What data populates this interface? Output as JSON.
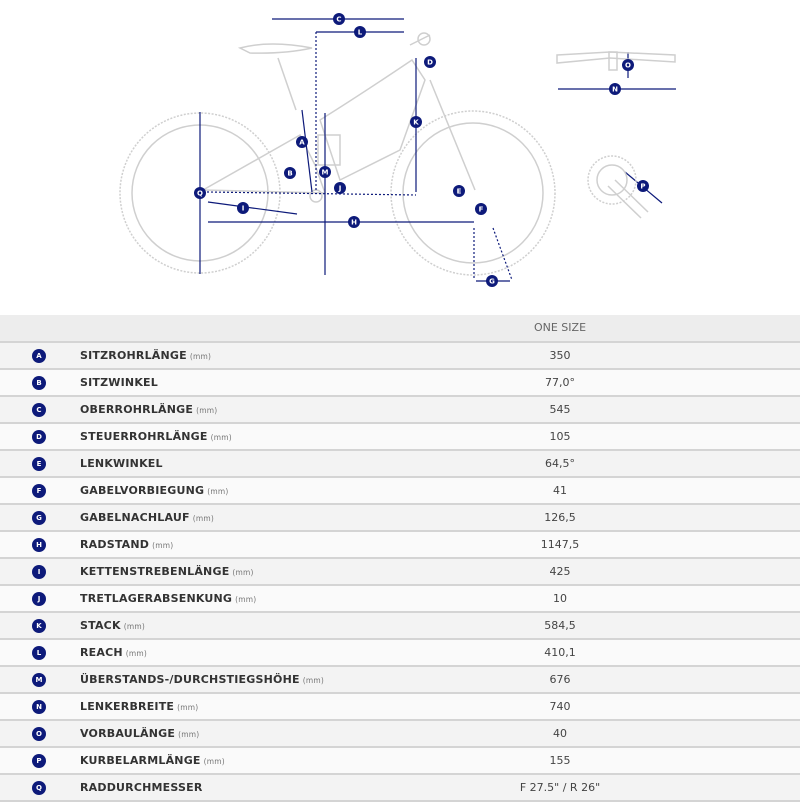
{
  "table": {
    "column_header": "ONE SIZE",
    "rows": [
      {
        "letter": "A",
        "name": "SITZROHRLÄNGE",
        "unit": "(mm)",
        "value": "350"
      },
      {
        "letter": "B",
        "name": "SITZWINKEL",
        "unit": "",
        "value": "77,0°"
      },
      {
        "letter": "C",
        "name": "OBERROHRLÄNGE",
        "unit": "(mm)",
        "value": "545"
      },
      {
        "letter": "D",
        "name": "STEUERROHRLÄNGE",
        "unit": "(mm)",
        "value": "105"
      },
      {
        "letter": "E",
        "name": "LENKWINKEL",
        "unit": "",
        "value": "64,5°"
      },
      {
        "letter": "F",
        "name": "GABELVORBIEGUNG",
        "unit": "(mm)",
        "value": "41"
      },
      {
        "letter": "G",
        "name": "GABELNACHLAUF",
        "unit": "(mm)",
        "value": "126,5"
      },
      {
        "letter": "H",
        "name": "RADSTAND",
        "unit": "(mm)",
        "value": "1147,5"
      },
      {
        "letter": "I",
        "name": "KETTENSTREBENLÄNGE",
        "unit": "(mm)",
        "value": "425"
      },
      {
        "letter": "J",
        "name": "TRETLAGERABSENKUNG",
        "unit": "(mm)",
        "value": "10"
      },
      {
        "letter": "K",
        "name": "STACK",
        "unit": "(mm)",
        "value": "584,5"
      },
      {
        "letter": "L",
        "name": "REACH",
        "unit": "(mm)",
        "value": "410,1"
      },
      {
        "letter": "M",
        "name": "ÜBERSTANDS-/DURCHSTIEGSHÖHE",
        "unit": "(mm)",
        "value": "676"
      },
      {
        "letter": "N",
        "name": "LENKERBREITE",
        "unit": "(mm)",
        "value": "740"
      },
      {
        "letter": "O",
        "name": "VORBAULÄNGE",
        "unit": "(mm)",
        "value": "40"
      },
      {
        "letter": "P",
        "name": "KURBELARMLÄNGE",
        "unit": "(mm)",
        "value": "155"
      },
      {
        "letter": "Q",
        "name": "RADDURCHMESSER",
        "unit": "",
        "value": "F 27.5\" / R 26\""
      }
    ]
  },
  "colors": {
    "accent": "#0d1a7a",
    "line": "#c8c8c8",
    "border": "#d4d4d4"
  }
}
